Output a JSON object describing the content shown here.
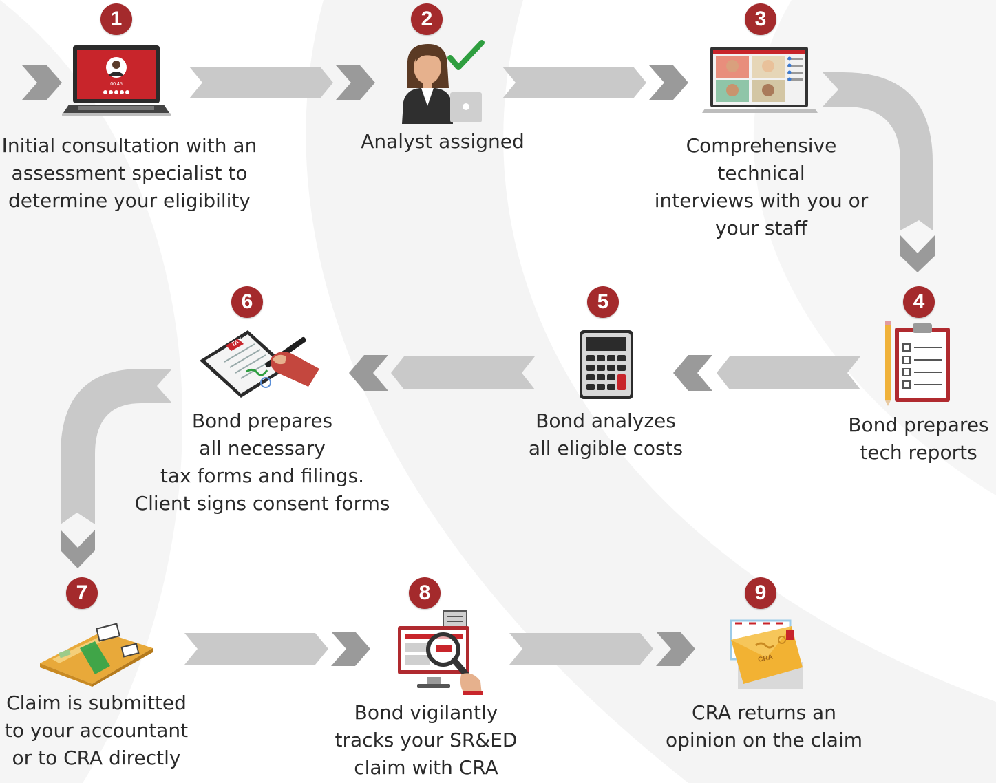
{
  "colors": {
    "badge": "#a42a2c",
    "arrow": "#c9c9c9",
    "arrow_head": "#9a9a9a",
    "text": "#2a2a2a",
    "background_swirl": "#f3f3f3"
  },
  "steps": [
    {
      "number": "1",
      "label": "Initial consultation with an\nassessment specialist to\ndetermine your eligibility",
      "icon": "laptop-video-call-icon",
      "screen_text": "00:45"
    },
    {
      "number": "2",
      "label": "Analyst assigned",
      "icon": "analyst-checkmark-icon"
    },
    {
      "number": "3",
      "label": "Comprehensive\ntechnical\ninterviews with you or\nyour staff",
      "icon": "video-conference-laptop-icon"
    },
    {
      "number": "4",
      "label": "Bond prepares\ntech reports",
      "icon": "clipboard-checklist-icon"
    },
    {
      "number": "5",
      "label": "Bond analyzes\nall eligible costs",
      "icon": "calculator-icon"
    },
    {
      "number": "6",
      "label": "Bond prepares\nall necessary\ntax forms and filings.\nClient signs consent forms",
      "icon": "tax-form-signing-icon",
      "form_text": "TAX"
    },
    {
      "number": "7",
      "label": "Claim is submitted\nto your accountant\nor to CRA directly",
      "icon": "package-icon"
    },
    {
      "number": "8",
      "label": "Bond vigilantly\ntracks your SR&ED\nclaim with CRA",
      "icon": "monitor-magnifier-icon"
    },
    {
      "number": "9",
      "label": "CRA returns an\nopinion on the claim",
      "icon": "envelope-letter-icon",
      "envelope_text": "CRA"
    }
  ]
}
